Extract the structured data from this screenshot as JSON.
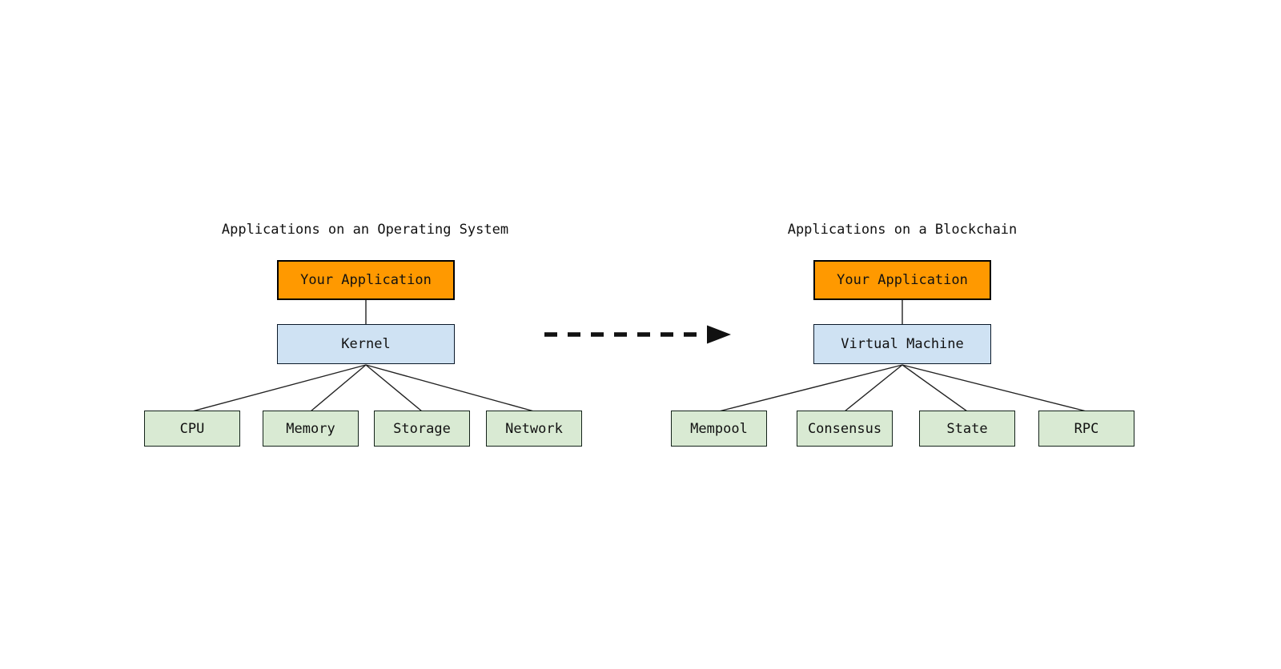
{
  "colors": {
    "app_fill": "#ff9900",
    "middle_fill": "#cfe2f3",
    "leaf_fill": "#d9ead3",
    "line": "#1c1c1c",
    "text": "#111111",
    "bg": "#ffffff"
  },
  "left": {
    "title": "Applications on an Operating System",
    "app": "Your Application",
    "middle": "Kernel",
    "children": [
      "CPU",
      "Memory",
      "Storage",
      "Network"
    ]
  },
  "right": {
    "title": "Applications on a Blockchain",
    "app": "Your Application",
    "middle": "Virtual Machine",
    "children": [
      "Mempool",
      "Consensus",
      "State",
      "RPC"
    ]
  },
  "arrow": {
    "type": "dashed-right-arrow",
    "meaning": "transformation from OS model to blockchain model"
  }
}
